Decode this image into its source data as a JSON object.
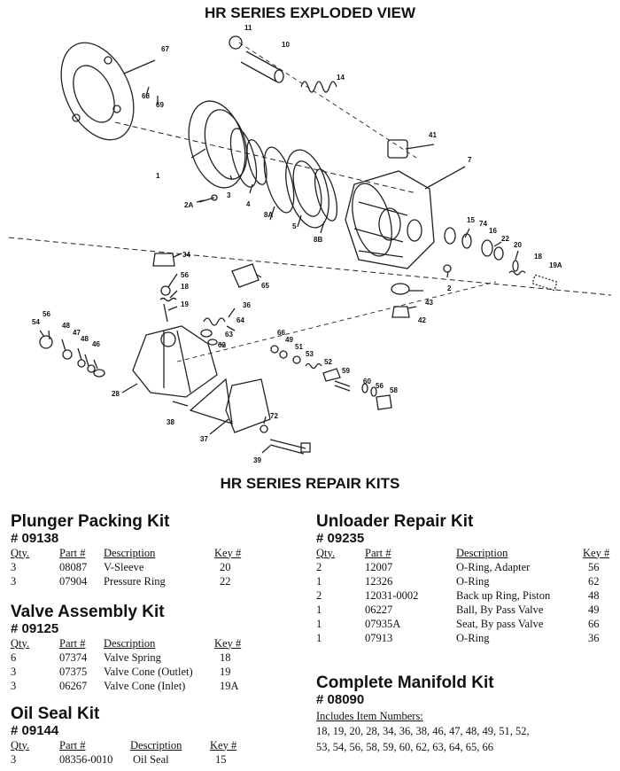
{
  "titles": {
    "exploded": "HR SERIES EXPLODED VIEW",
    "repair": "HR SERIES REPAIR KITS"
  },
  "callouts": [
    "67",
    "68",
    "69",
    "11",
    "10",
    "14",
    "1",
    "2A",
    "3",
    "4",
    "8A",
    "5",
    "8B",
    "41",
    "7",
    "15",
    "74",
    "16",
    "22",
    "20",
    "18",
    "19A",
    "2",
    "43",
    "42",
    "34",
    "56",
    "18",
    "19",
    "65",
    "36",
    "64",
    "63",
    "62",
    "54",
    "56",
    "48",
    "47",
    "48",
    "46",
    "28",
    "38",
    "37",
    "72",
    "39",
    "66",
    "49",
    "51",
    "53",
    "52",
    "59",
    "60",
    "56",
    "58"
  ],
  "kits": {
    "plunger": {
      "name": "Plunger Packing Kit",
      "number": "# 09138",
      "headers": [
        "Qty.",
        "Part #",
        "Description",
        "Key #"
      ],
      "rows": [
        [
          "3",
          "08087",
          "V-Sleeve",
          "20"
        ],
        [
          "3",
          "07904",
          "Pressure Ring",
          "22"
        ]
      ]
    },
    "valve": {
      "name": "Valve Assembly Kit",
      "number": "# 09125",
      "headers": [
        "Qty.",
        "Part #",
        "Description",
        "Key #"
      ],
      "rows": [
        [
          "6",
          "07374",
          "Valve Spring",
          "18"
        ],
        [
          "3",
          "07375",
          "Valve Cone (Outlet)",
          "19"
        ],
        [
          "3",
          "06267",
          "Valve Cone (Inlet)",
          "19A"
        ]
      ]
    },
    "oil": {
      "name": "Oil Seal Kit",
      "number": "# 09144",
      "headers": [
        "Qty.",
        "Part #",
        "Description",
        "Key #"
      ],
      "rows": [
        [
          "3",
          "08356-0010",
          "Oil Seal",
          "15"
        ]
      ]
    },
    "unloader": {
      "name": "Unloader Repair Kit",
      "number": "# 09235",
      "headers": [
        "Qty.",
        "Part #",
        "Description",
        "Key #"
      ],
      "rows": [
        [
          "2",
          "12007",
          "O-Ring, Adapter",
          "56"
        ],
        [
          "1",
          "12326",
          "O-Ring",
          "62"
        ],
        [
          "2",
          "12031-0002",
          "Back up Ring, Piston",
          "48"
        ],
        [
          "1",
          "06227",
          "Ball, By Pass Valve",
          "49"
        ],
        [
          "1",
          "07935A",
          "Seat, By pass Valve",
          "66"
        ],
        [
          "1",
          "07913",
          "O-Ring",
          "36"
        ]
      ]
    },
    "manifold": {
      "name": "Complete Manifold Kit",
      "number": "# 08090",
      "includes_label": "Includes Item Numbers:",
      "items_line1": "18, 19, 20, 28, 34, 36, 38, 46, 47, 48, 49, 51, 52,",
      "items_line2": "53, 54, 56, 58, 59, 60, 62, 63, 64, 65, 66"
    }
  }
}
